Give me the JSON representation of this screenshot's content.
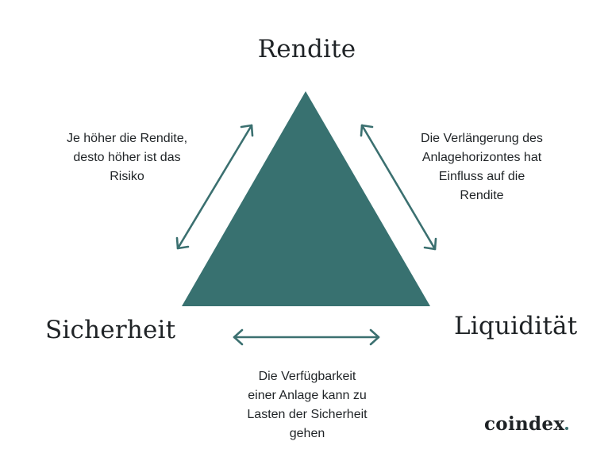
{
  "colors": {
    "accent": "#387170",
    "text": "#1f2326"
  },
  "corners": {
    "top": "Rendite",
    "left": "Sicherheit",
    "right": "Liquidität"
  },
  "relations": {
    "rendite_sicherheit": {
      "lines": [
        "Je höher die Rendite,",
        "desto höher ist das",
        "Risiko"
      ]
    },
    "rendite_liquiditaet": {
      "lines": [
        "Die Verlängerung des",
        "Anlagehorizontes hat",
        "Einfluss auf die",
        "Rendite"
      ]
    },
    "sicherheit_liquiditaet": {
      "lines": [
        "Die Verfügbarkeit",
        "einer Anlage kann zu",
        "Lasten der Sicherheit",
        "gehen"
      ]
    }
  },
  "brand": {
    "logo_text": "coindex"
  }
}
